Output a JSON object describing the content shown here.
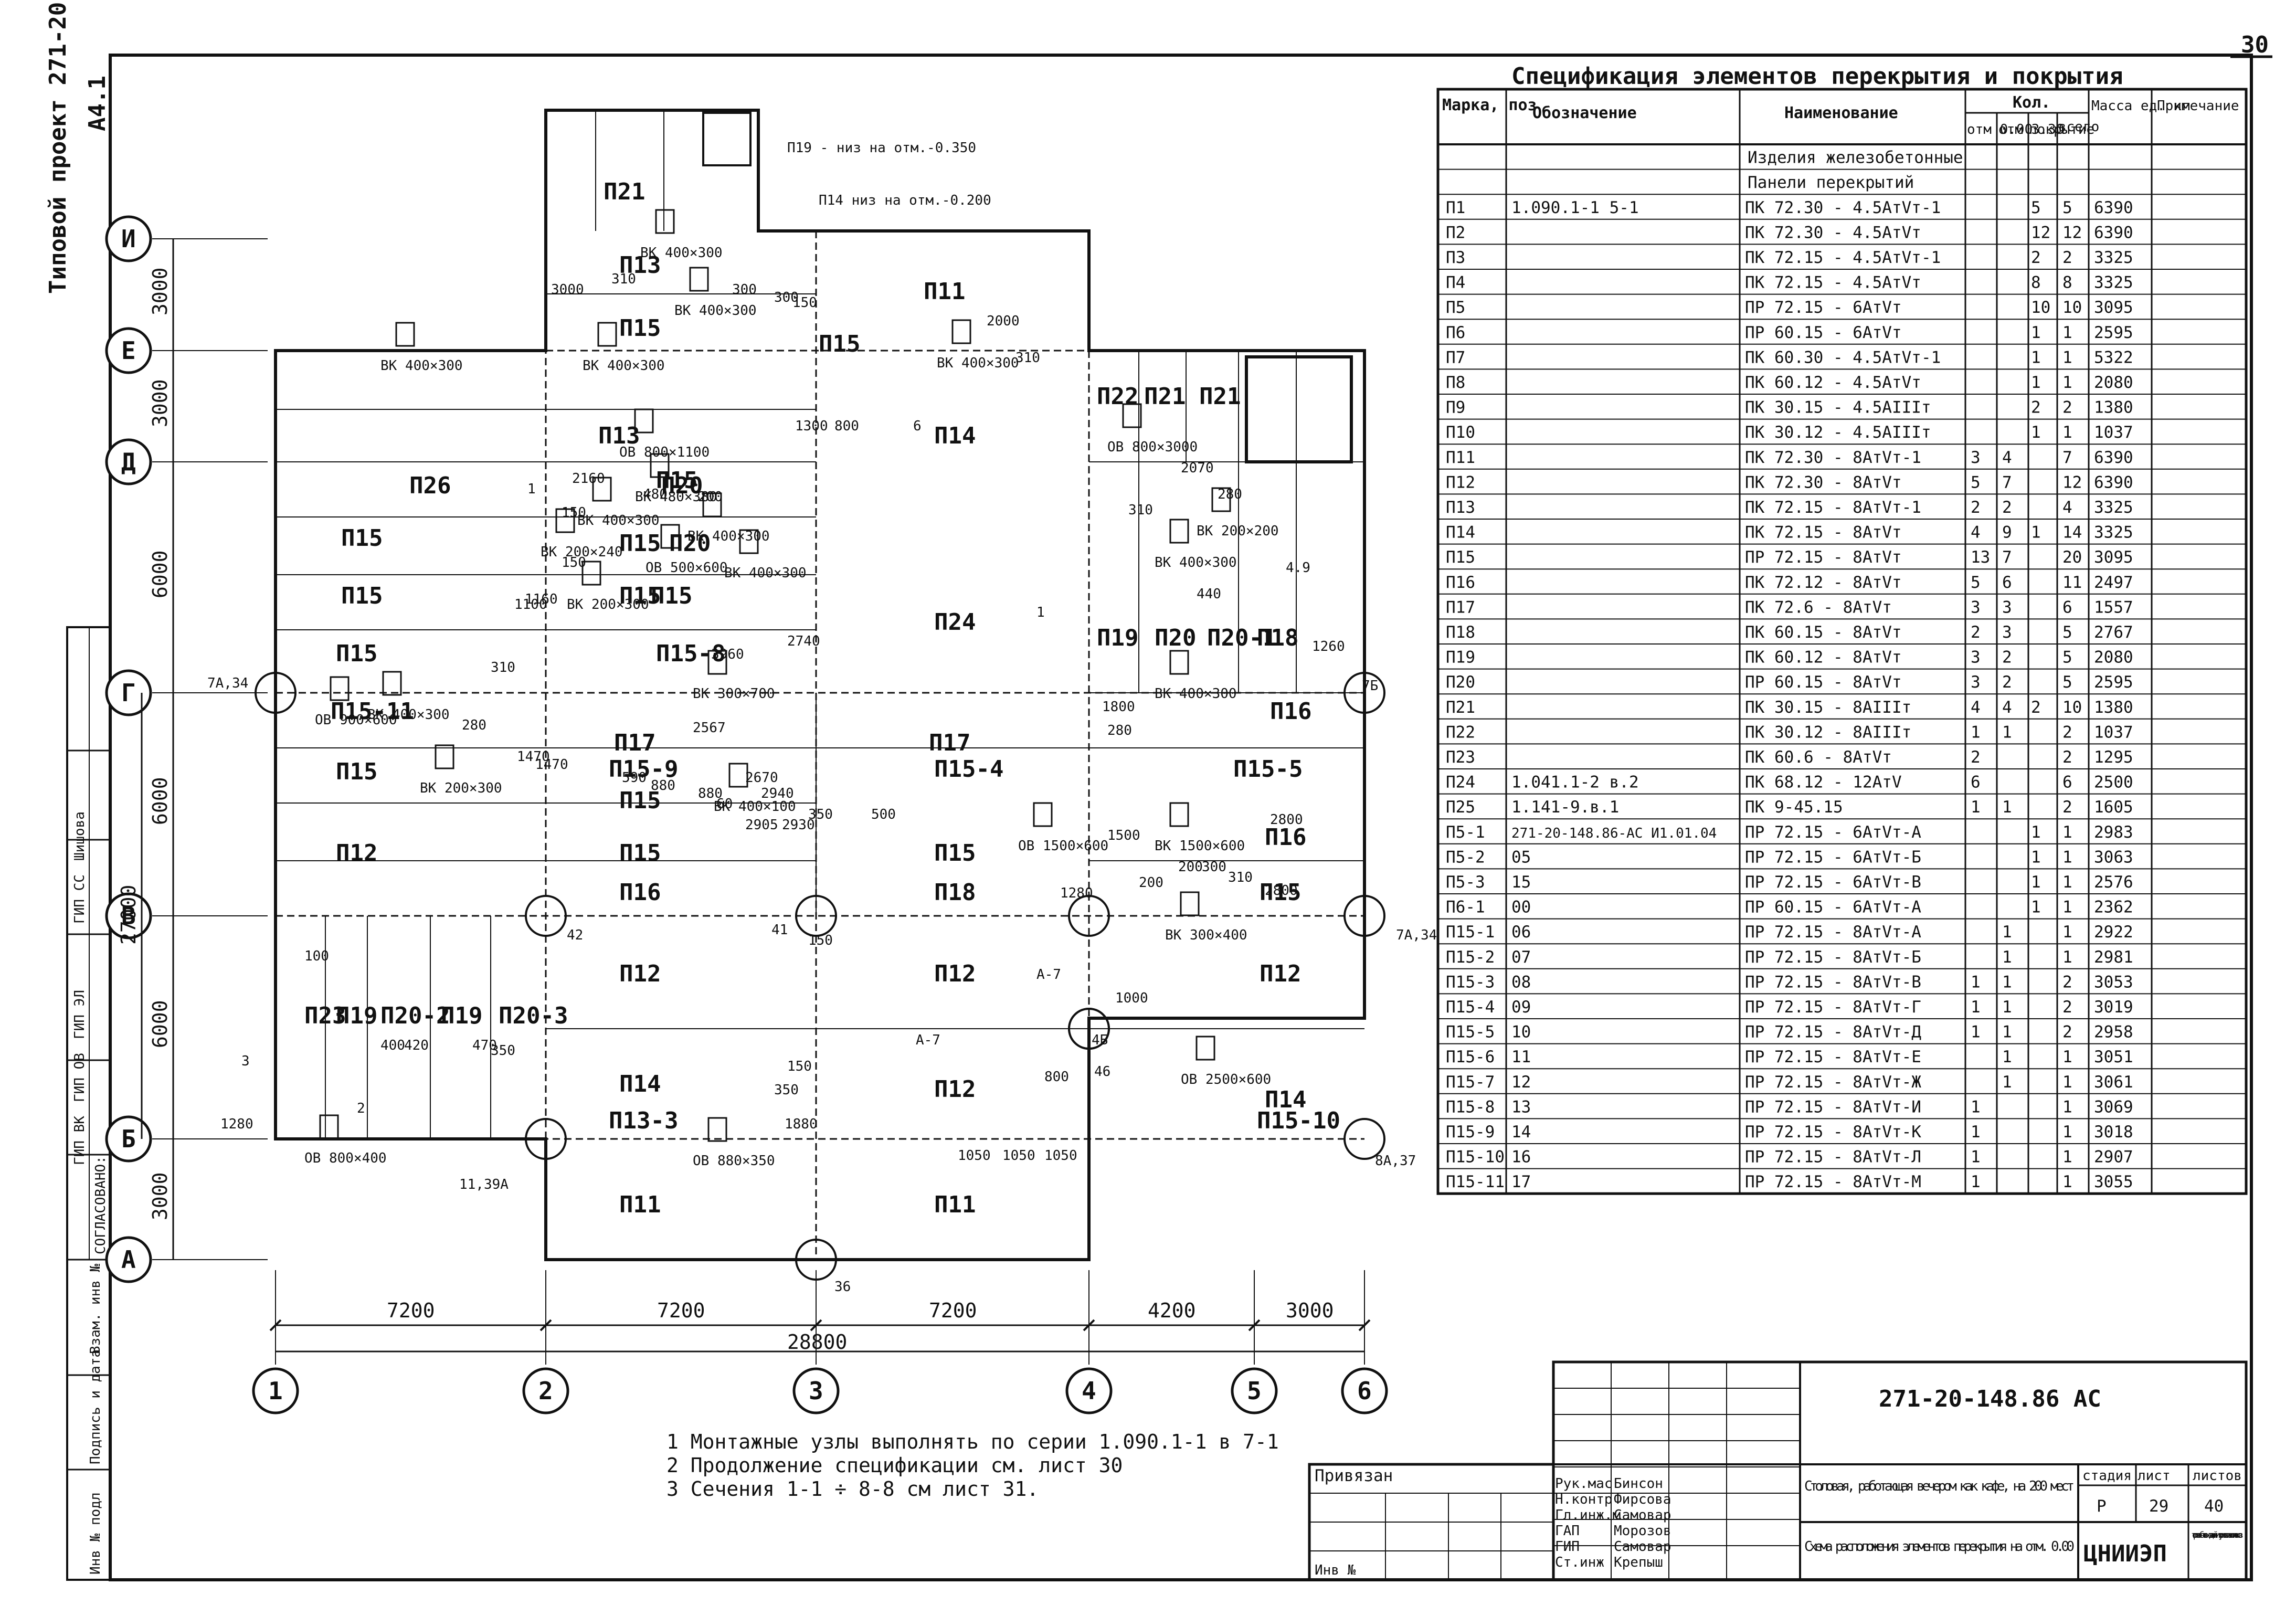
{
  "sheet": {
    "page": "30",
    "number": "29",
    "count": "40",
    "stage": "Р",
    "code": "271-20-148.86  АС",
    "org": "ЦНИИЭП",
    "org_sub": "торгово-бытовых зданий и туристских комплексов",
    "project_side": "Типовой проект 271-20-148.86",
    "tag": "А4.1",
    "object": "Столовая, работающая вечером как кафе, на 200 мест",
    "drawing": "Схема расположения элементов перекрытия на отм. 0.00",
    "stamp_headers": [
      "стадия",
      "лист",
      "листов"
    ],
    "privyazan": "Привязан",
    "inv": "Инв №",
    "roles": [
      {
        "r": "Рук.мас",
        "n": "Бинсон"
      },
      {
        "r": "Н.контр",
        "n": "Фирсова"
      },
      {
        "r": "Гл.инж.м",
        "n": "Самовар"
      },
      {
        "r": "ГАП",
        "n": "Морозов"
      },
      {
        "r": "ГИП",
        "n": "Самовар"
      },
      {
        "r": "Ст.инж",
        "n": "Крепыш"
      }
    ],
    "approve": "СОГЛАСОВАНО:",
    "approve_rows": [
      "ГИП СС",
      "Шишова",
      "ГИП ВК",
      "ГИП ОВ",
      "ГИП ЭЛ"
    ],
    "left_stamp": [
      "Инв № подл",
      "Подпись и дата",
      "Взам. инв №"
    ]
  },
  "notes": [
    "1   Монтажные узлы выполнять по серии 1.090.1-1 в 7-1",
    "2   Продолжение спецификации см. лист 30",
    "3   Сечения 1-1 ÷ 8-8 см лист 31."
  ],
  "grid": {
    "cols": [
      "1",
      "2",
      "3",
      "4",
      "5",
      "6"
    ],
    "rows": [
      "И",
      "Е",
      "Д",
      "Г",
      "В",
      "Б",
      "А"
    ],
    "dims_bottom": [
      "7200",
      "7200",
      "7200",
      "4200",
      "3000"
    ],
    "dim_total": "28800",
    "dims_left": [
      "3000",
      "3000",
      "6000",
      "6000",
      "6000",
      "3000"
    ],
    "dim_left_total": "27000"
  },
  "plan": {
    "panels": [
      "П19 - низ на отм.-0.350",
      "П14  низ на отм.-0.200",
      "П21",
      "П13",
      "П11",
      "П15",
      "П15",
      "П15",
      "П13",
      "П15",
      "П15",
      "П14",
      "П22",
      "П21",
      "П21",
      "П26",
      "П20",
      "П20",
      "П15",
      "П15",
      "П15",
      "П15",
      "П15-8",
      "П24",
      "П19",
      "П20",
      "П20-1",
      "П18",
      "П15-11",
      "П17",
      "П17",
      "П17",
      "П15-9",
      "П15-4",
      "П15-5",
      "П16",
      "П15",
      "П12",
      "П15",
      "П15",
      "П15",
      "П16",
      "П16",
      "П18",
      "П15",
      "П12",
      "П12",
      "П12",
      "П19",
      "П20-2",
      "П19",
      "П20-3",
      "П23",
      "П14",
      "П12",
      "П14",
      "П13-3",
      "П15-10",
      "П11",
      "П11"
    ],
    "openings": [
      "ВК 400×300",
      "ВК 400×300",
      "ВК 400×300",
      "ОВ 800×3000",
      "ВК 400×300",
      "ВК 400×300",
      "ВК 400×300",
      "ВК 480×380",
      "ОВ 500×600",
      "ВК 200×240",
      "ОВ 800×1100",
      "ВК 400×300",
      "ВК 400×300",
      "ВК 200×300",
      "ОВ 900×600",
      "ВК 200×300",
      "ВК 300×700",
      "ВК 400×300",
      "ВК 1500×600",
      "ОВ 1500×600",
      "ВК 300×400",
      "ВК 400×100",
      "ОВ 880×350",
      "ОВ 2500×600",
      "ОВ 800×400",
      "ВК 400×300",
      "ВК 400×300",
      "ВК 200×200"
    ],
    "dims": [
      "3000",
      "310",
      "300",
      "150",
      "300",
      "2000",
      "310",
      "1300",
      "800",
      "6",
      "2160",
      "480",
      "200",
      "150",
      "150",
      "2070",
      "280",
      "310",
      "440",
      "2740",
      "4.9",
      "1160",
      "1100",
      "1470",
      "310",
      "1800",
      "280",
      "2800",
      "3960",
      "100",
      "150",
      "1260",
      "150",
      "1500",
      "1050",
      "1050",
      "1050",
      "350",
      "1880",
      "800",
      "1000",
      "400",
      "420",
      "470",
      "350",
      "1280",
      "200",
      "300",
      "200",
      "310",
      "280",
      "1470",
      "350",
      "60",
      "500",
      "1280",
      "590",
      "880",
      "2670",
      "880",
      "2940",
      "2930",
      "2905",
      "2800",
      "2567"
    ],
    "markers": [
      "7А,34",
      "7Б",
      "4Б",
      "42",
      "41",
      "А-7",
      "46",
      "7А,34",
      "11,39А",
      "36",
      "8А,37",
      "А-7",
      "1",
      "2",
      "1",
      "3"
    ]
  },
  "spec": {
    "title": "Спецификация элементов перекрытия и покрытия",
    "headers": [
      "Марка, поз",
      "Обозначение",
      "Наименование",
      "Кол.",
      "отм 0.00",
      "отм 3.30",
      "покрытие",
      "всего",
      "Масса ед. кг",
      "Примечание"
    ],
    "group1": "Изделия железобетонные",
    "group2": "Панели перекрытий",
    "rows": [
      [
        "П1",
        "1.090.1-1   5-1",
        "ПК 72.30 - 4.5АтVт-1",
        "",
        "",
        "5",
        "5",
        "6390"
      ],
      [
        "П2",
        "",
        "ПК 72.30 - 4.5АтVт",
        "",
        "",
        "12",
        "12",
        "6390"
      ],
      [
        "П3",
        "",
        "ПК 72.15 - 4.5АтVт-1",
        "",
        "",
        "2",
        "2",
        "3325"
      ],
      [
        "П4",
        "",
        "ПК 72.15 - 4.5АтVт",
        "",
        "",
        "8",
        "8",
        "3325"
      ],
      [
        "П5",
        "",
        "ПР 72.15 - 6АтVт",
        "",
        "",
        "10",
        "10",
        "3095"
      ],
      [
        "П6",
        "",
        "ПР 60.15 - 6АтVт",
        "",
        "",
        "1",
        "1",
        "2595"
      ],
      [
        "П7",
        "",
        "ПК 60.30 - 4.5АтVт-1",
        "",
        "",
        "1",
        "1",
        "5322"
      ],
      [
        "П8",
        "",
        "ПК 60.12 - 4.5АтVт",
        "",
        "",
        "1",
        "1",
        "2080"
      ],
      [
        "П9",
        "",
        "ПК 30.15 - 4.5АIIIт",
        "",
        "",
        "2",
        "2",
        "1380"
      ],
      [
        "П10",
        "",
        "ПК 30.12 - 4.5АIIIт",
        "",
        "",
        "1",
        "1",
        "1037"
      ],
      [
        "П11",
        "",
        "ПК 72.30 - 8АтVт-1",
        "3",
        "4",
        "",
        "7",
        "6390"
      ],
      [
        "П12",
        "",
        "ПК 72.30 - 8АтVт",
        "5",
        "7",
        "",
        "12",
        "6390"
      ],
      [
        "П13",
        "",
        "ПК 72.15 - 8АтVт-1",
        "2",
        "2",
        "",
        "4",
        "3325"
      ],
      [
        "П14",
        "",
        "ПК 72.15 - 8АтVт",
        "4",
        "9",
        "1",
        "14",
        "3325"
      ],
      [
        "П15",
        "",
        "ПР 72.15 - 8АтVт",
        "13",
        "7",
        "",
        "20",
        "3095"
      ],
      [
        "П16",
        "",
        "ПК 72.12 - 8АтVт",
        "5",
        "6",
        "",
        "11",
        "2497"
      ],
      [
        "П17",
        "",
        "ПК 72.6 - 8АтVт",
        "3",
        "3",
        "",
        "6",
        "1557"
      ],
      [
        "П18",
        "",
        "ПК 60.15 - 8АтVт",
        "2",
        "3",
        "",
        "5",
        "2767"
      ],
      [
        "П19",
        "",
        "ПК 60.12 - 8АтVт",
        "3",
        "2",
        "",
        "5",
        "2080"
      ],
      [
        "П20",
        "",
        "ПР 60.15 - 8АтVт",
        "3",
        "2",
        "",
        "5",
        "2595"
      ],
      [
        "П21",
        "",
        "ПК 30.15 - 8АIIIт",
        "4",
        "4",
        "2",
        "10",
        "1380"
      ],
      [
        "П22",
        "",
        "ПК 30.12 - 8АIIIт",
        "1",
        "1",
        "",
        "2",
        "1037"
      ],
      [
        "П23",
        "",
        "ПК 60.6 - 8АтVт",
        "2",
        "",
        "",
        "2",
        "1295"
      ],
      [
        "П24",
        "1.041.1-2 в.2",
        "ПК 68.12 - 12АтV",
        "6",
        "",
        "",
        "6",
        "2500"
      ],
      [
        "П25",
        "1.141-9.в.1",
        "ПК 9-45.15",
        "1",
        "1",
        "",
        "2",
        "1605"
      ],
      [
        "П5-1",
        "271-20-148.86-АС И1.01.04",
        "ПР 72.15 - 6АтVт-А",
        "",
        "",
        "1",
        "1",
        "2983"
      ],
      [
        "П5-2",
        "05",
        "ПР 72.15 - 6АтVт-Б",
        "",
        "",
        "1",
        "1",
        "3063"
      ],
      [
        "П5-3",
        "15",
        "ПР 72.15 - 6АтVт-В",
        "",
        "",
        "1",
        "1",
        "2576"
      ],
      [
        "П6-1",
        "00",
        "ПР 60.15 - 6АтVт-А",
        "",
        "",
        "1",
        "1",
        "2362"
      ],
      [
        "П15-1",
        "06",
        "ПР 72.15 - 8АтVт-А",
        "",
        "1",
        "",
        "1",
        "2922"
      ],
      [
        "П15-2",
        "07",
        "ПР 72.15 - 8АтVт-Б",
        "",
        "1",
        "",
        "1",
        "2981"
      ],
      [
        "П15-3",
        "08",
        "ПР 72.15 - 8АтVт-В",
        "1",
        "1",
        "",
        "2",
        "3053"
      ],
      [
        "П15-4",
        "09",
        "ПР 72.15 - 8АтVт-Г",
        "1",
        "1",
        "",
        "2",
        "3019"
      ],
      [
        "П15-5",
        "10",
        "ПР 72.15 - 8АтVт-Д",
        "1",
        "1",
        "",
        "2",
        "2958"
      ],
      [
        "П15-6",
        "11",
        "ПР 72.15 - 8АтVт-Е",
        "",
        "1",
        "",
        "1",
        "3051"
      ],
      [
        "П15-7",
        "12",
        "ПР 72.15 - 8АтVт-Ж",
        "",
        "1",
        "",
        "1",
        "3061"
      ],
      [
        "П15-8",
        "13",
        "ПР 72.15 - 8АтVт-И",
        "1",
        "",
        "",
        "1",
        "3069"
      ],
      [
        "П15-9",
        "14",
        "ПР 72.15 - 8АтVт-К",
        "1",
        "",
        "",
        "1",
        "3018"
      ],
      [
        "П15-10",
        "16",
        "ПР 72.15 - 8АтVт-Л",
        "1",
        "",
        "",
        "1",
        "2907"
      ],
      [
        "П15-11",
        "17",
        "ПР 72.15 - 8АтVт-М",
        "1",
        "",
        "",
        "1",
        "3055"
      ]
    ]
  }
}
